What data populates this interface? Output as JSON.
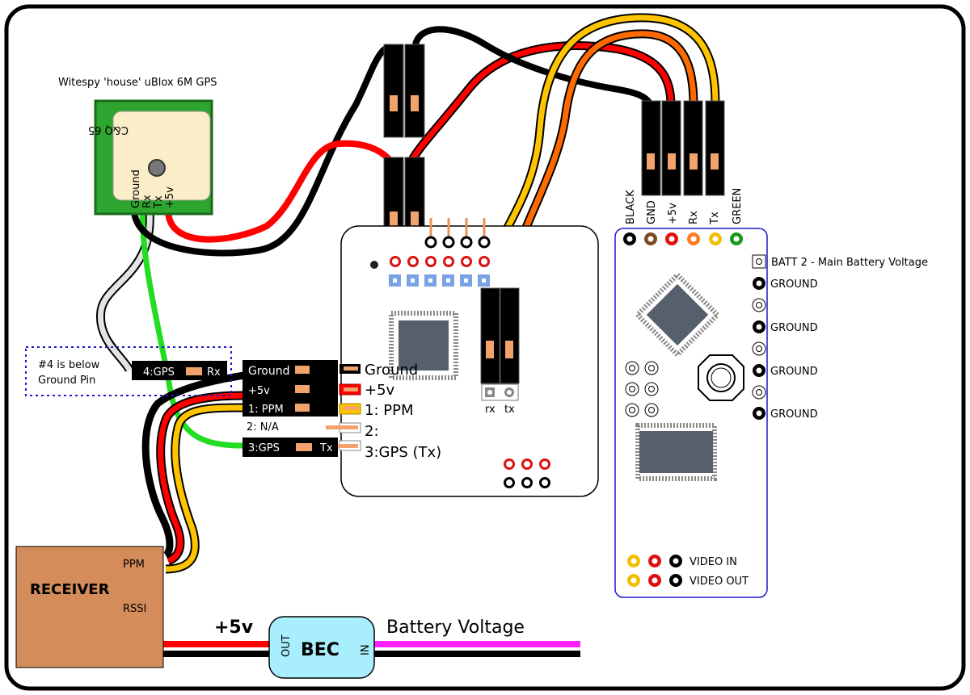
{
  "gps": {
    "title": "Witespy 'house' uBlox 6M GPS",
    "chip_text": "C&Q  65",
    "pins": [
      "Ground",
      "Rx",
      "Tx",
      "+5v"
    ]
  },
  "note": {
    "line1": "#4 is below",
    "line2": "Ground Pin"
  },
  "conn4": {
    "label": "4:GPS",
    "pin": "Rx"
  },
  "receiver_header": {
    "rows": [
      "Ground",
      "+5v",
      "1: PPM",
      "2: N/A",
      "3:GPS"
    ],
    "gps_pin": "Tx"
  },
  "fc_pins": [
    "Ground",
    "+5v",
    "1: PPM",
    "2:",
    "3:GPS (Tx)"
  ],
  "fc_serial": {
    "rx": "rx",
    "tx": "tx"
  },
  "osd": {
    "top_pins": [
      "BLACK",
      "GND",
      "+5v",
      "Rx",
      "Tx",
      "GREEN"
    ],
    "batt2": "BATT 2 - Main Battery Voltage",
    "ground_labels": [
      "GROUND",
      "GROUND",
      "GROUND",
      "GROUND"
    ],
    "video_in": "VIDEO IN",
    "video_out": "VIDEO OUT"
  },
  "receiver": {
    "name": "RECEIVER",
    "ppm": "PPM",
    "rssi": "RSSI"
  },
  "bec": {
    "name": "BEC",
    "out": "OUT",
    "in": "IN",
    "plus5": "+5v",
    "batt": "Battery Voltage"
  },
  "colors": {
    "red": "#ff0000",
    "black": "#000000",
    "orange": "#ff6a00",
    "yellow": "#ffc400",
    "green": "#22dd22",
    "magenta": "#ff22ff",
    "receiver": "#d48c5a",
    "bec": "#a8eefc",
    "osd_border": "#1a1acc"
  }
}
